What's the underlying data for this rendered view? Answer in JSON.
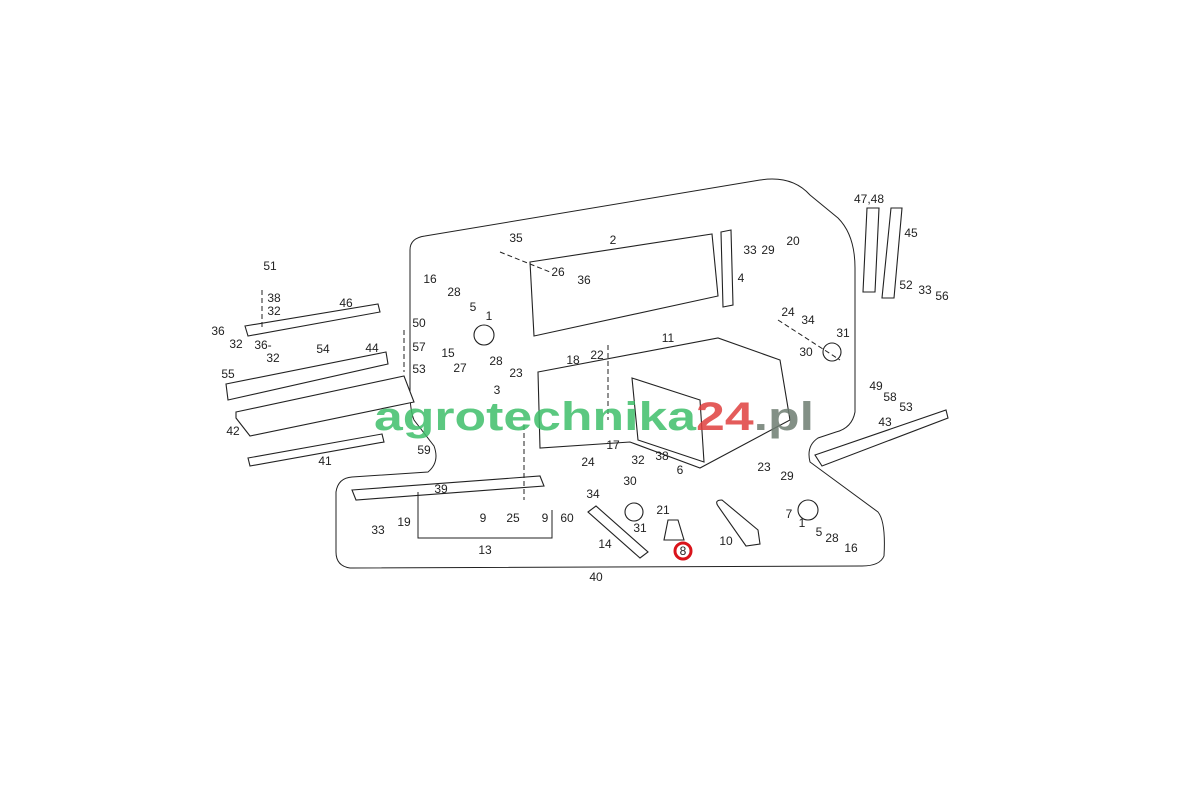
{
  "diagram": {
    "part_labels": [
      "35",
      "2",
      "33",
      "29",
      "20",
      "4",
      "47,48",
      "45",
      "52",
      "33",
      "56",
      "26",
      "36",
      "16",
      "28",
      "5",
      "1",
      "51",
      "38",
      "32",
      "46",
      "36",
      "32",
      "36-",
      "32",
      "54",
      "44",
      "55",
      "50",
      "57",
      "53",
      "15",
      "27",
      "28",
      "23",
      "3",
      "18",
      "22",
      "11",
      "24",
      "34",
      "30",
      "31",
      "49",
      "58",
      "53",
      "43",
      "42",
      "59",
      "41",
      "39",
      "9",
      "25",
      "9",
      "60",
      "33",
      "19",
      "13",
      "17",
      "32",
      "38",
      "24",
      "34",
      "30",
      "6",
      "21",
      "31",
      "14",
      "8",
      "10",
      "23",
      "29",
      "7",
      "1",
      "5",
      "28",
      "16",
      "40"
    ],
    "highlighted_part": "8",
    "highlight_color": "#d9141b"
  },
  "watermark": {
    "part1": "agrotechnika",
    "part2": "24",
    "part3": ".pl",
    "color1": "#3fbf6a",
    "color2": "#e0403f",
    "color3": "#6e7d72"
  }
}
